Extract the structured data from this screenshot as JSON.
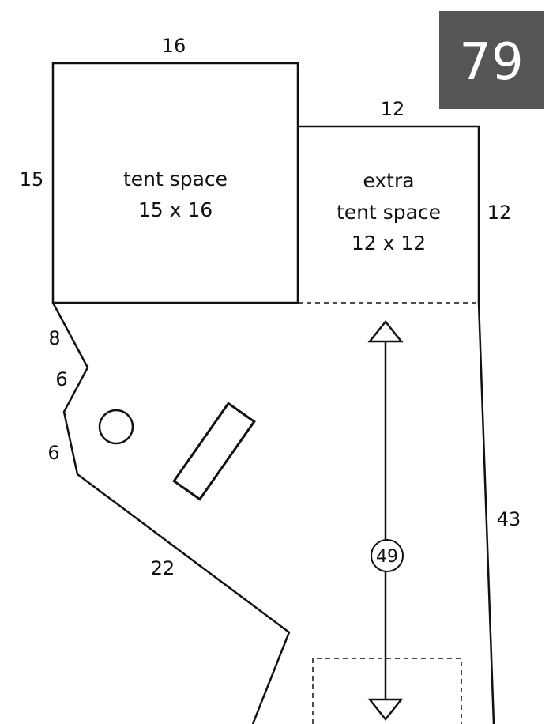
{
  "site_number": "79",
  "colors": {
    "badge_bg": "#555555",
    "line": "#111111",
    "background": "#ffffff"
  },
  "tent_space": {
    "line1": "tent space",
    "line2": "15 x 16"
  },
  "extra_tent_space": {
    "line1": "extra",
    "line2": "tent space",
    "line3": "12 x 12"
  },
  "dimensions": {
    "tent_width": "16",
    "tent_height": "15",
    "extra_width": "12",
    "extra_height": "12",
    "edge_a": "8",
    "edge_b": "6",
    "edge_c": "6",
    "edge_diag": "22",
    "right_edge": "43"
  },
  "driveway_badge": "49"
}
